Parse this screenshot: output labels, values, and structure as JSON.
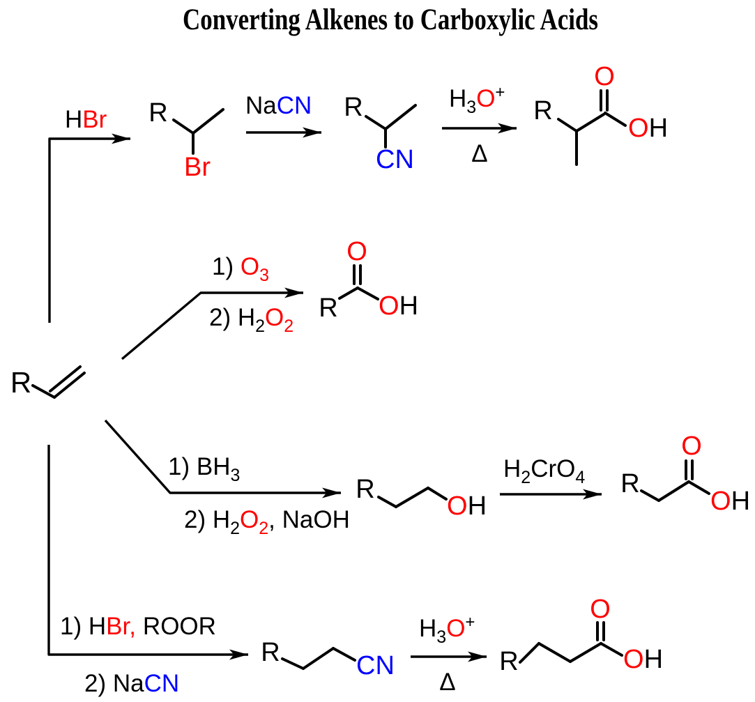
{
  "title": "Converting Alkenes to Carboxylic Acids",
  "colors": {
    "red": "#FF0000",
    "blue": "#0000FF",
    "black": "#000000",
    "background": "#FFFFFF"
  },
  "atoms": {
    "r": "R",
    "br": "Br",
    "cn": "CN",
    "o": "O",
    "oh_o": "O",
    "oh_h": "H"
  },
  "reagents": {
    "hbr": {
      "h": "H",
      "br": "Br"
    },
    "nacn": {
      "na": "Na",
      "cn": "CN"
    },
    "h3o_plus": {
      "h": "H",
      "sub3": "3",
      "o": "O",
      "plus": "+"
    },
    "delta": "Δ",
    "ozonolysis_1": {
      "prefix": "1) ",
      "o": "O",
      "sub3": "3"
    },
    "ozonolysis_2": {
      "prefix": "2) H",
      "hsub": "2",
      "o": "O",
      "osub": "2"
    },
    "hydroboration_1": {
      "prefix": "1) BH",
      "sub3": "3"
    },
    "hydroboration_2": {
      "prefix": "2) H",
      "hsub": "2",
      "o": "O",
      "osub": "2",
      "suffix": ", NaOH"
    },
    "chromic_acid": {
      "h": "H",
      "sub2": "2",
      "cro": "CrO",
      "sub4": "4"
    },
    "radical_hbr": {
      "prefix": "1) H",
      "br": "Br,",
      "suffix": "ROOR"
    },
    "nacn_2": {
      "prefix": "2) Na",
      "cn": "CN"
    }
  }
}
